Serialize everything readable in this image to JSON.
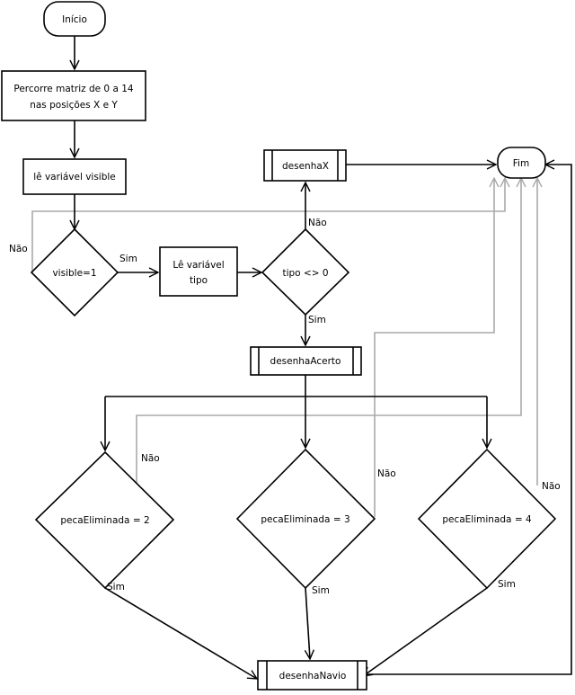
{
  "nodes": {
    "start": "Início",
    "loop_line1": "Percorre matriz de 0 a 14",
    "loop_line2": "nas posições X e Y",
    "read_visible": "lê variável visible",
    "visible_check": "visible=1",
    "read_tipo_line1": "Lê variável",
    "read_tipo_line2": "tipo",
    "tipo_check": "tipo <> 0",
    "desenhaX": "desenhaX",
    "end": "Fim",
    "desenhaAcerto": "desenhaAcerto",
    "peca2": "pecaEliminada = 2",
    "peca3": "pecaEliminada = 3",
    "peca4": "pecaEliminada = 4",
    "desenhaNavio": "desenhaNavio"
  },
  "labels": {
    "visible_no": "Não",
    "visible_yes": "Sim",
    "tipo_no": "Não",
    "tipo_yes": "Sim",
    "peca2_no": "Não",
    "peca2_yes": "Sim",
    "peca3_no": "Não",
    "peca3_yes": "Sim",
    "peca4_no": "Não",
    "peca4_yes": "Sim"
  },
  "colors": {
    "line": "#000000",
    "return_line": "#aaaaaa",
    "background": "#ffffff"
  }
}
